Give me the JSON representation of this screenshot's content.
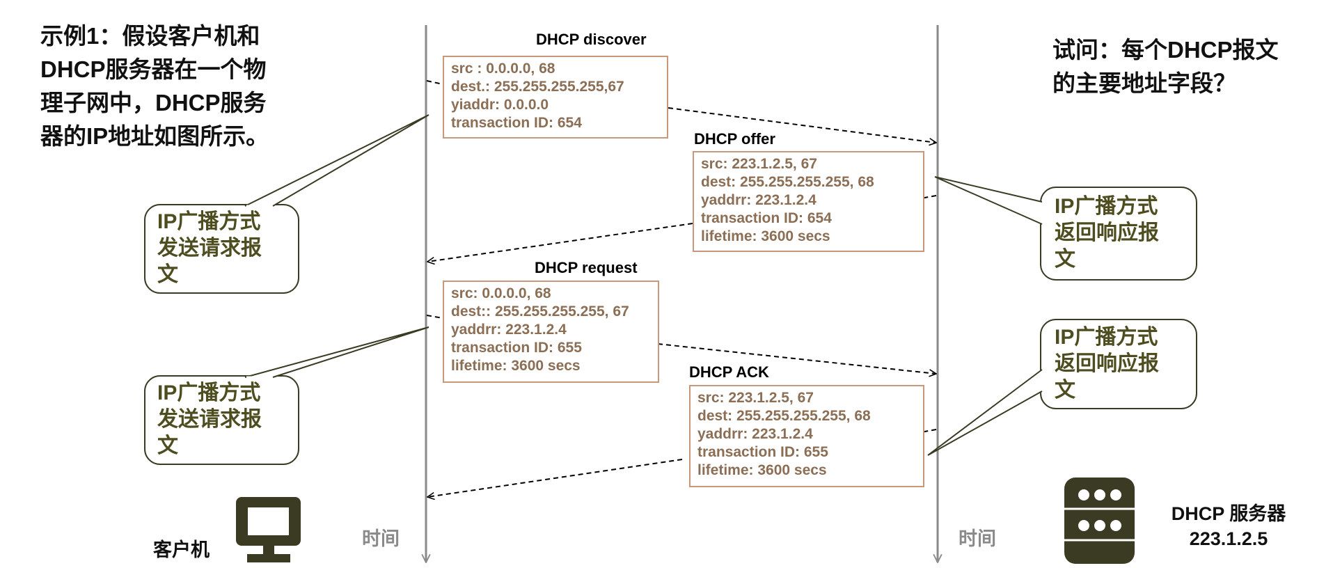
{
  "intro_lines": [
    "示例1：假设客户机和",
    "DHCP服务器在一个物",
    "理子网中，DHCP服务",
    "器的IP地址如图所示。"
  ],
  "question_lines": [
    "试问：每个DHCP报文",
    "的主要地址字段？"
  ],
  "messages": [
    {
      "title": "DHCP discover",
      "lines": [
        "src : 0.0.0.0, 68",
        "dest.: 255.255.255.255,67",
        "yiaddr:    0.0.0.0",
        "transaction ID: 654"
      ]
    },
    {
      "title": "DHCP offer",
      "lines": [
        "src: 223.1.2.5, 67",
        "dest:  255.255.255.255, 68",
        "yaddrr: 223.1.2.4",
        "transaction ID: 654",
        "lifetime: 3600 secs"
      ]
    },
    {
      "title": "DHCP request",
      "lines": [
        "src:  0.0.0.0, 68",
        "dest::  255.255.255.255, 67",
        "yaddrr: 223.1.2.4",
        "transaction ID: 655",
        "lifetime: 3600 secs"
      ]
    },
    {
      "title": "DHCP ACK",
      "lines": [
        "src: 223.1.2.5, 67",
        "dest:  255.255.255.255, 68",
        "yaddrr: 223.1.2.4",
        "transaction ID: 655",
        "lifetime: 3600 secs"
      ]
    }
  ],
  "callouts": {
    "client_1": [
      "IP广播方式",
      "发送请求报",
      "文"
    ],
    "server_1": [
      "IP广播方式",
      "返回响应报",
      "文"
    ],
    "client_2": [
      "IP广播方式",
      "发送请求报",
      "文"
    ],
    "server_2": [
      "IP广播方式",
      "返回响应报",
      "文"
    ]
  },
  "time_labels": {
    "client": "时间",
    "server": "时间"
  },
  "client": {
    "label": "客户机",
    "icon": "monitor-icon"
  },
  "server": {
    "label_line1": "DHCP 服务器",
    "label_line2": "223.1.2.5",
    "icon": "server-icon"
  },
  "colors": {
    "icon": "#3b3b24",
    "box_border": "#c8987a",
    "box_text": "#8c6e55",
    "callout_text": "#4d4d20",
    "timeline": "#8a8a8a"
  }
}
